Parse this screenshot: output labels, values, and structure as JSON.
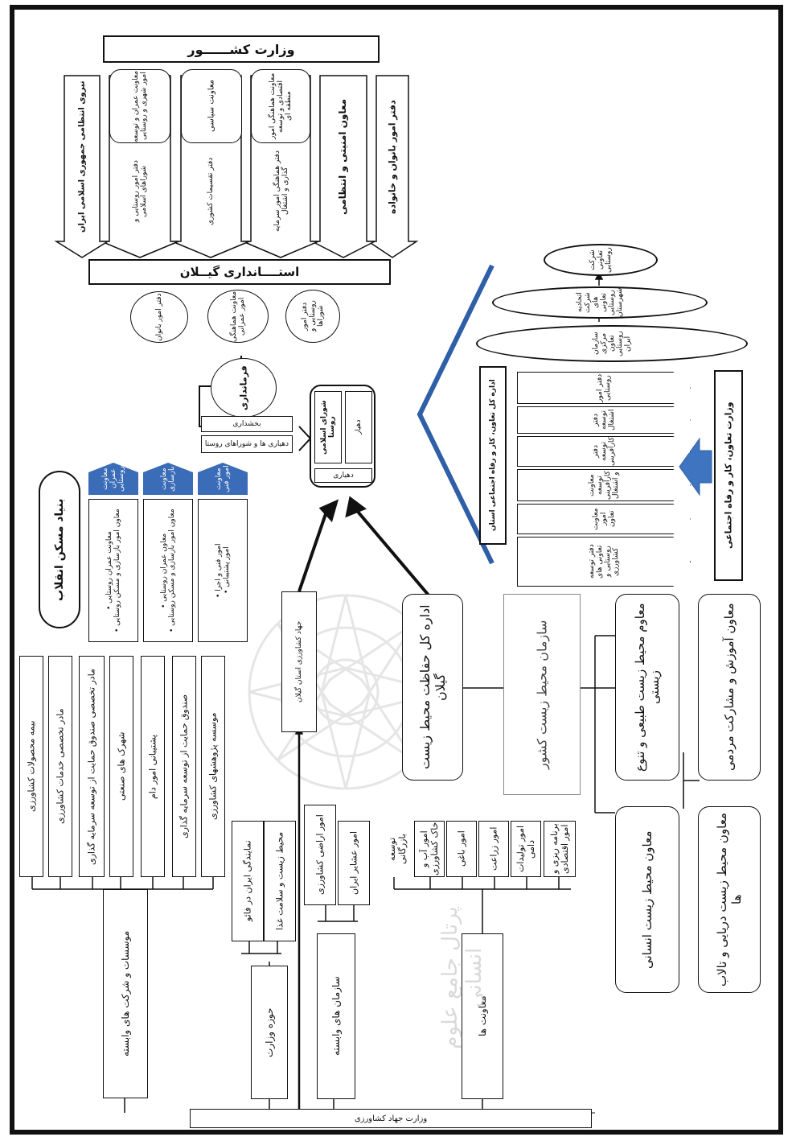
{
  "top_title": "وزارت کشــــــور",
  "ministry_columns": [
    "دفتر امور بانوان و خانواده",
    "معاون امنیتی و انتظامی",
    "معاونت هماهنگی امور اقتصادی و توسعه منطقه ای",
    "دفتر هماهنگی امور سرمایه گذاری و اشتغال",
    "معاونت سیاسی",
    "دفتر تقسیمات کشوری",
    "معاونت عمران و توسعه امور شهری و روستایی",
    "دفتر امور روستایی و شوراهای اسلامی",
    "نیروی انتظامی جمهوری اسلامی ایران"
  ],
  "governorate": "استــــانداری گیــلان",
  "gov_circles": [
    "دفتر امور روستایی و شوراها",
    "معاونت هماهنگی امور عمرانی",
    "دفتر امور بانوان"
  ],
  "farmandari": "فرمانداری",
  "small_boxes": [
    "بخشداری",
    "دهیاری ها و شوراهای روستا"
  ],
  "village_box": {
    "title": "شورای اسلامی روستا",
    "side": "دهیار",
    "bottom": "دهیاری"
  },
  "bonyad": {
    "title": "بنیاد مسکن انقلاب",
    "arrows": [
      "معاونت عمران روستایی",
      "معاونت بازسازی",
      "معاونت امور فنی"
    ],
    "items": [
      "• معاونت عمران روستایی\n• معاون امور بازسازی و مسکن روستایی",
      "• معاون عمران روستایی\n• معاون امور بازسازی و مسکن روستایی",
      "• امور فنی و اجرا\n• امور پشتیبانی"
    ]
  },
  "tavon": {
    "ministry": "وزارت تعاون، کار و رفاه اجتماعی",
    "directorate": "اداره کل تعاون، کار و رفاه اجتماعی استان",
    "arrows": [
      "دفتر امور روستایی",
      "دفتر توسعه اشتغال",
      "دفتر توسعه کارآفرینی",
      "معاونت توسعه کارآفرینی و اشتغال",
      "معاونت امور تعاون",
      "دفتر توسعه تعاونی های روستایی و کشاورزی"
    ],
    "chain": [
      "سازمان مرکزی تعاون روستایی ایران",
      "اتحادیه شرکت های تعاونی روستایی شهرستان",
      "شرکت تعاونی روستایی"
    ]
  },
  "environment": {
    "org": "سازمان محیط زیست کشور",
    "provincial": "اداره کل حفاظت محیط زیست گیلان",
    "deputies": [
      "معاون آموزش و مشارکت مردمی",
      "معاوم محیط زیست طبیعی و تنوع زیستی",
      "معاون محیط زیست دریایی و تالاب ها",
      "معاون محیط زیست انسانی"
    ]
  },
  "agriculture": {
    "ministry": "وزارت جهاد کشاورزی",
    "jahad_prov": "جهاد کشاورزی استان گیلان",
    "branches": [
      "معاونت ها",
      "سازمان های وابسته",
      "حوزه وزارت",
      "موسسات و شرکت های وابسته"
    ],
    "deputies": [
      "برنامه ریزی و امور اقتصادی",
      "امور تولیدات دامی",
      "امور زراعت",
      "امور باغی",
      "امور آب و خاک کشاورزی",
      "توسعه بازرگانی"
    ],
    "affiliated": [
      "امور عشایر ایران",
      "امور اراضی کشاورزی"
    ],
    "ministry_area": [
      "محیط زیست و سلامت غذا",
      "نمایندگی ایران در فائو"
    ],
    "companies": [
      "موسسه پژوهشهای کشاورزی",
      "صندوق حمایت از توسعه سرمایه گذاری",
      "پشتیبانی امور دام",
      "شهرک های صنعتی",
      "مادر تخصصی خدمات کشاورزی",
      "بیمه محصولات کشاورزی",
      "مادر تخصصی صندوق حمایت از توسعه سرمایه گذاری"
    ]
  },
  "watermark": "پرتال جامع علوم انسانی"
}
